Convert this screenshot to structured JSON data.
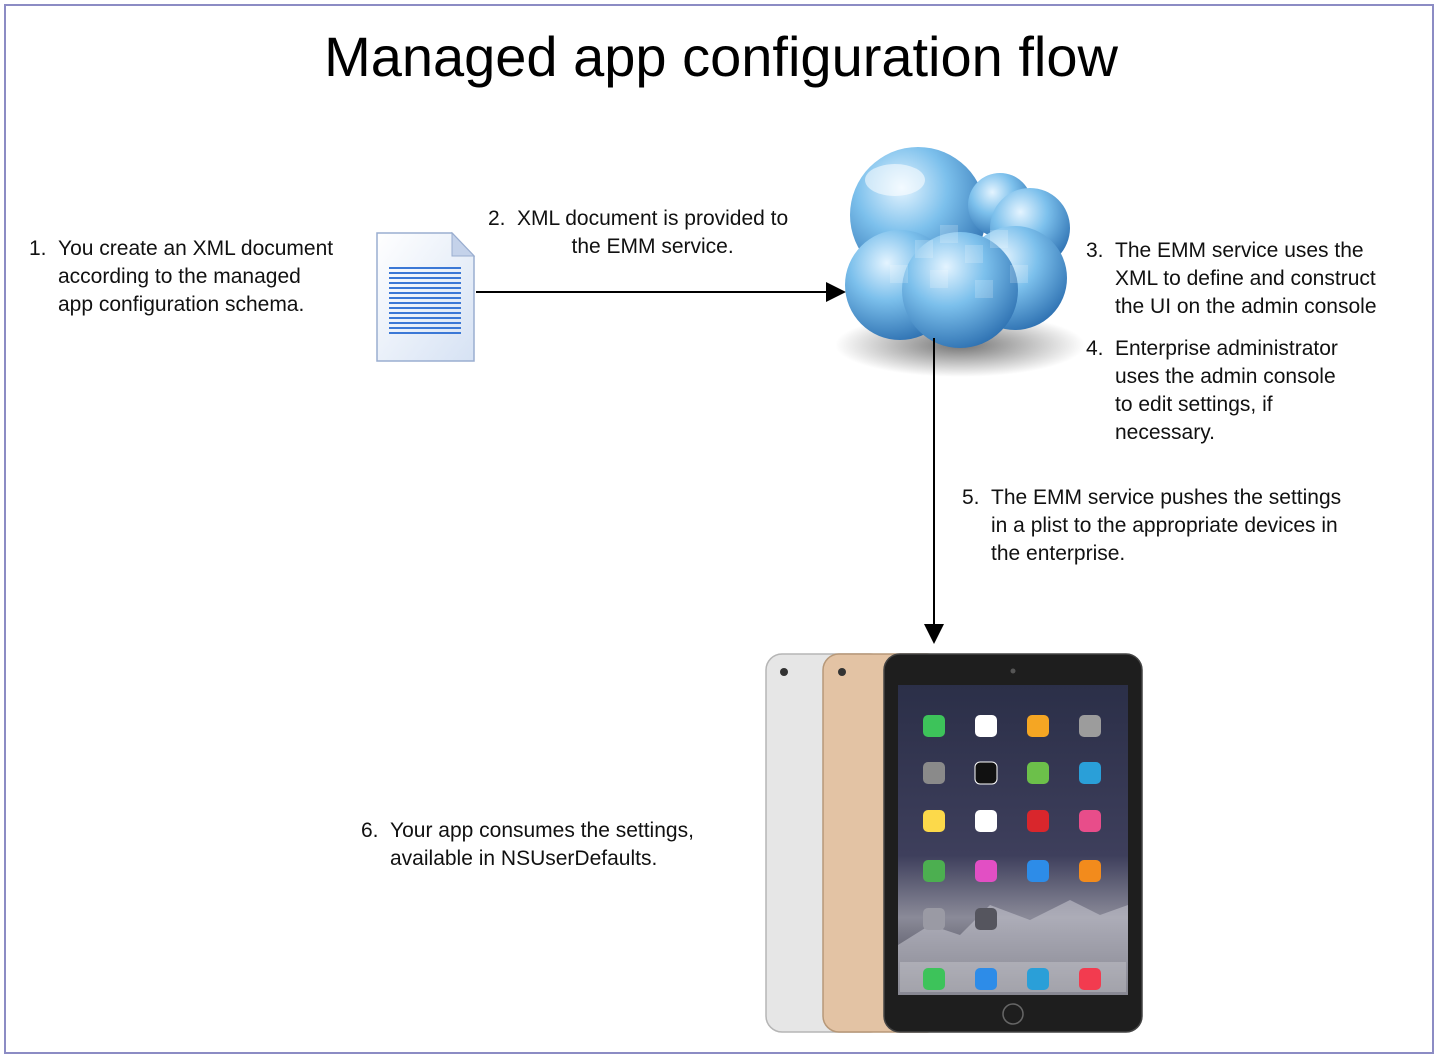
{
  "title": "Managed app configuration flow",
  "steps": [
    {
      "num": "1.",
      "text": "You create an XML document\naccording to the managed\napp configuration schema."
    },
    {
      "num": "2.",
      "text": "XML document  is provided to\nthe EMM service."
    },
    {
      "num": "3.",
      "text": "The EMM service uses  the\nXML to define and construct\nthe UI on the admin console"
    },
    {
      "num": "4.",
      "text": "Enterprise administrator\nuses  the admin console\nto edit settings,  if\nnecessary."
    },
    {
      "num": "5.",
      "text": "The EMM service pushes the settings\nin a plist to the appropriate devices in\nthe  enterprise."
    },
    {
      "num": "6.",
      "text": "Your app consumes the settings,\navailable in NSUserDefaults."
    }
  ],
  "colors": {
    "frame": "#8c8cc4",
    "cloud": "#6fb3e6",
    "document": "#4a7fd0",
    "tablet_silver": "#e6e6e6",
    "tablet_gold": "#e3c3a4",
    "tablet_black": "#1e1e1e"
  },
  "icons": [
    "xml-document-icon",
    "cloud-icon",
    "ipad-devices-icon"
  ]
}
